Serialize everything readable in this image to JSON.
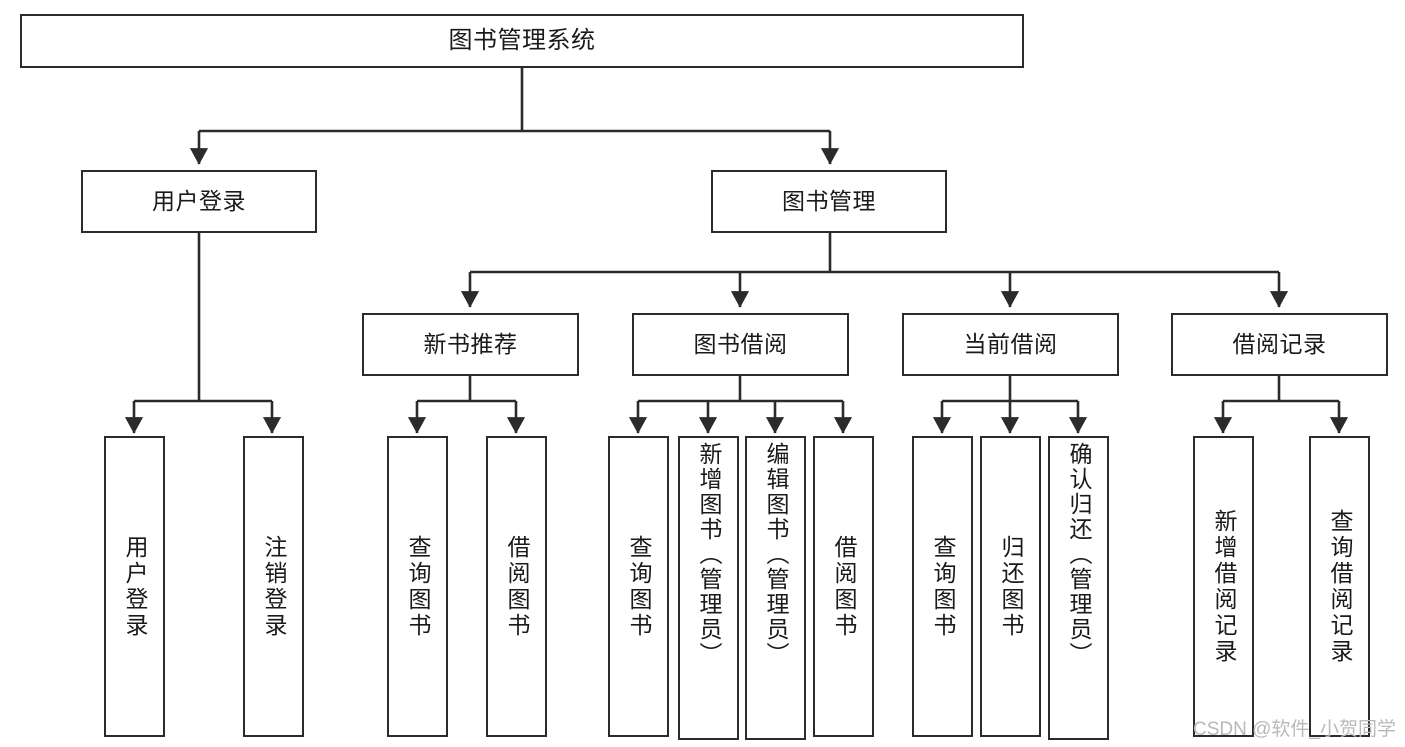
{
  "diagram": {
    "type": "tree",
    "title": "图书管理系统",
    "root": {
      "id": "root",
      "label": "图书管理系统"
    },
    "level2": [
      {
        "id": "user-login",
        "label": "用户登录"
      },
      {
        "id": "book-manage",
        "label": "图书管理"
      }
    ],
    "level3": [
      {
        "id": "new-book-rec",
        "label": "新书推荐",
        "parent": "book-manage"
      },
      {
        "id": "book-borrow",
        "label": "图书借阅",
        "parent": "book-manage"
      },
      {
        "id": "current-borrow",
        "label": "当前借阅",
        "parent": "book-manage"
      },
      {
        "id": "borrow-record",
        "label": "借阅记录",
        "parent": "book-manage"
      }
    ],
    "leaves": [
      {
        "id": "leaf-user-login",
        "label": "用户登录",
        "parent": "user-login"
      },
      {
        "id": "leaf-user-logout",
        "label": "注销登录",
        "parent": "user-login"
      },
      {
        "id": "leaf-query-book-1",
        "label": "查询图书",
        "parent": "new-book-rec"
      },
      {
        "id": "leaf-borrow-book-1",
        "label": "借阅图书",
        "parent": "new-book-rec"
      },
      {
        "id": "leaf-query-book-2",
        "label": "查询图书",
        "parent": "book-borrow"
      },
      {
        "id": "leaf-add-book",
        "label": "新增图书（管理员）",
        "parent": "book-borrow"
      },
      {
        "id": "leaf-edit-book",
        "label": "编辑图书（管理员）",
        "parent": "book-borrow"
      },
      {
        "id": "leaf-borrow-book-2",
        "label": "借阅图书",
        "parent": "book-borrow"
      },
      {
        "id": "leaf-query-book-3",
        "label": "查询图书",
        "parent": "current-borrow"
      },
      {
        "id": "leaf-return-book",
        "label": "归还图书",
        "parent": "current-borrow"
      },
      {
        "id": "leaf-confirm-return",
        "label": "确认归还（管理员）",
        "parent": "current-borrow"
      },
      {
        "id": "leaf-add-record",
        "label": "新增借阅记录",
        "parent": "borrow-record"
      },
      {
        "id": "leaf-query-record",
        "label": "查询借阅记录",
        "parent": "borrow-record"
      }
    ],
    "colors": {
      "node_border": "#2b2b2b",
      "node_fill": "#ffffff",
      "edge": "#2b2b2b",
      "text": "#1a1a1a",
      "watermark": "#b9b9b9",
      "background": "#ffffff"
    }
  },
  "watermark": {
    "text": "CSDN @软件_小贺同学"
  }
}
